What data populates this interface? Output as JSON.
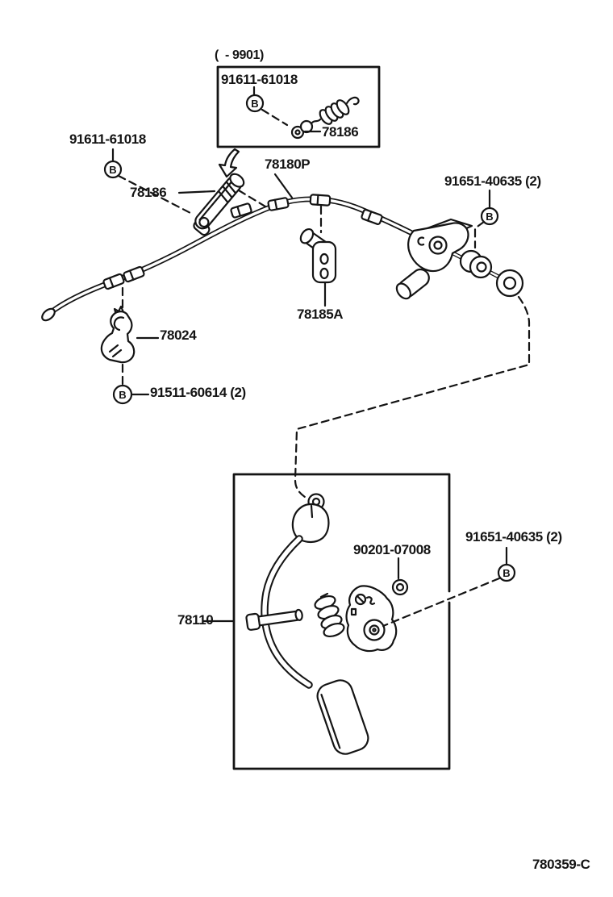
{
  "colors": {
    "line": "#141414",
    "background": "#ffffff"
  },
  "symbols": {
    "bolt_marker": "B"
  },
  "labels": {
    "inset_note": "(  - 9901)",
    "inset_nut": "91611-61018",
    "inset_spring": "78186",
    "nut_top_left": "91611-61018",
    "lever": "78186",
    "cable": "78180P",
    "bolt_right_top": "91651-40635 (2)",
    "bracket": "78185A",
    "clamp": "78024",
    "clamp_screw": "91511-60614 (2)",
    "pedal_nut": "90201-07008",
    "bolt_right_bottom": "91651-40635 (2)",
    "pedal": "78110",
    "footer_code": "780359-C"
  }
}
